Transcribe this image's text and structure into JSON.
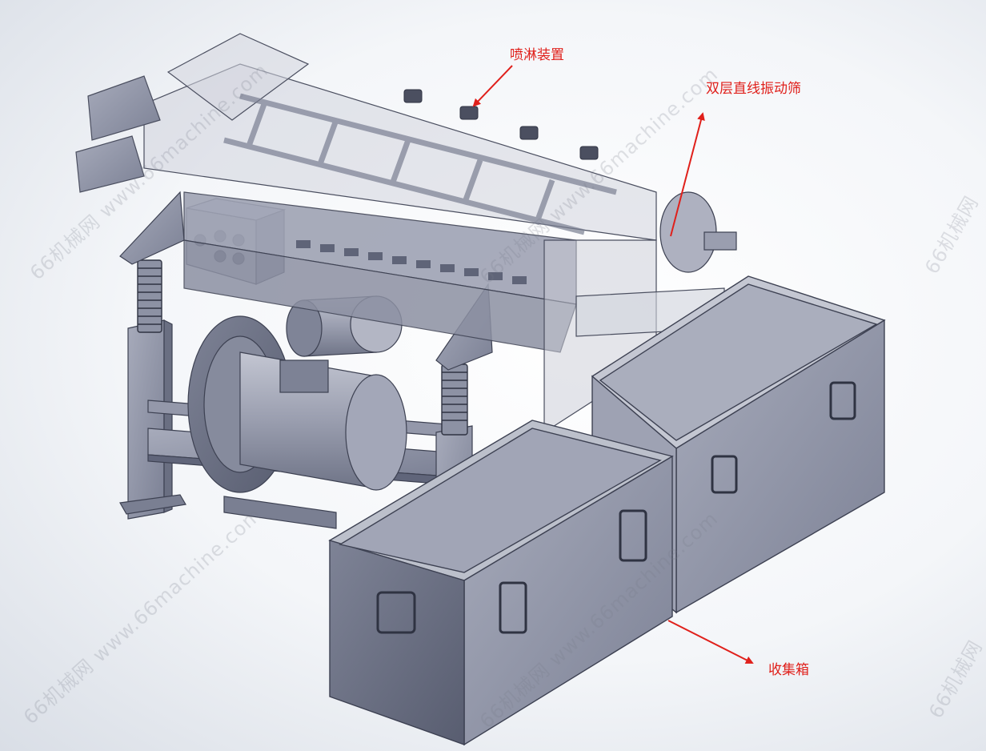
{
  "labels": {
    "spray": "喷淋装置",
    "screen": "双层直线振动筛",
    "box": "收集箱"
  },
  "watermark": {
    "text": "66机械网 www.66machine.com",
    "short": "66机械网"
  },
  "colors": {
    "annotation": "#e0201b",
    "metal": "#8a8fa3",
    "metal_dark": "#5f6478",
    "glass": "#c9ccd6"
  }
}
